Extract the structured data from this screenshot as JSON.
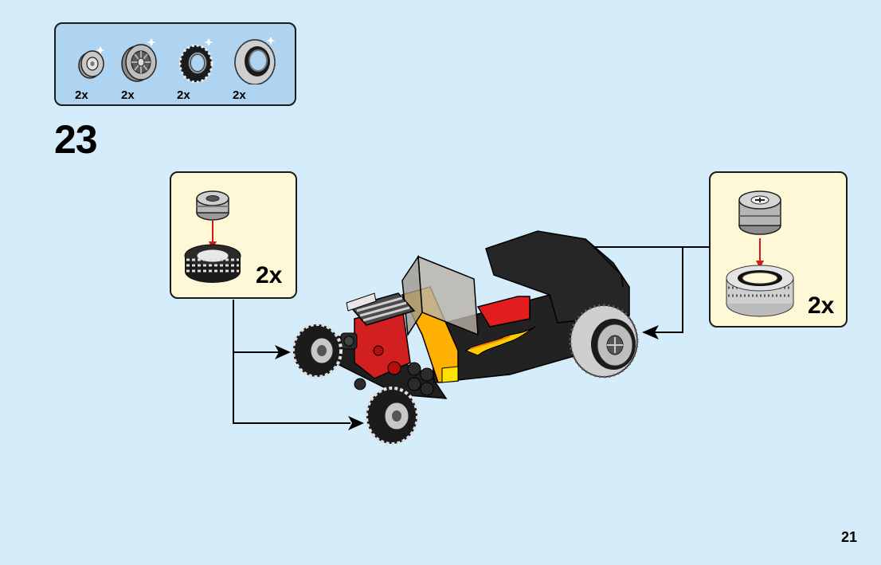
{
  "parts_list": {
    "items": [
      {
        "name": "small-wheel-rim",
        "qty": "2x"
      },
      {
        "name": "large-wheel-rim",
        "qty": "2x"
      },
      {
        "name": "small-tire",
        "qty": "2x"
      },
      {
        "name": "large-tire",
        "qty": "2x"
      }
    ]
  },
  "step": {
    "number": "23"
  },
  "callouts": {
    "left": {
      "qty": "2x"
    },
    "right": {
      "qty": "2x"
    }
  },
  "page": {
    "number": "21"
  },
  "colors": {
    "background": "#d5ecfb",
    "parts_panel": "#aed4f2",
    "callout_panel": "#fff8d6",
    "arrow": "#000000",
    "assembly_arrow": "#d11a1a",
    "car_body": "#222222",
    "engine": "#d21f1f",
    "accent": "#ffb000"
  }
}
